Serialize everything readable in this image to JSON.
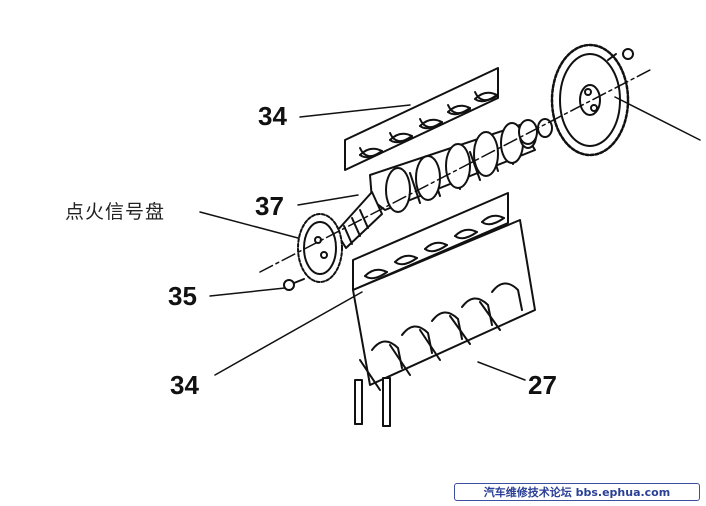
{
  "callouts": {
    "c34_top": "34",
    "c37": "37",
    "c35": "35",
    "c34_bottom": "34",
    "c27": "27"
  },
  "labels": {
    "ignition_disc": "点火信号盘"
  },
  "watermark": {
    "text": "汽车维修技术论坛 bbs.ephua.com"
  }
}
